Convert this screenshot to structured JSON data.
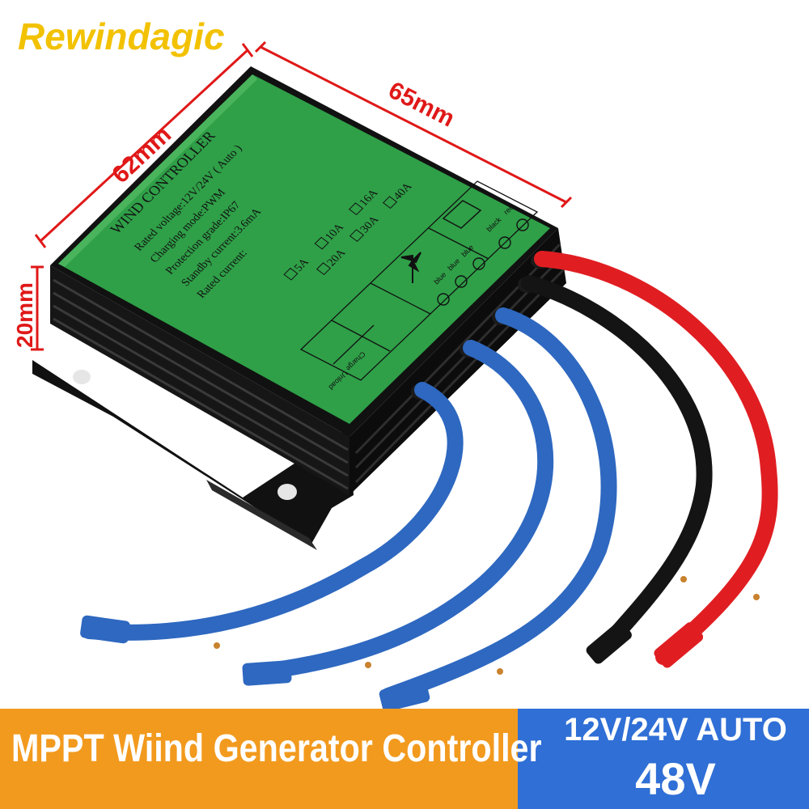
{
  "brand": "Rewindagic",
  "dimensions": {
    "width": "65mm",
    "depth": "62mm",
    "height": "20mm"
  },
  "label": {
    "title": "WIND CONTROLLER",
    "lines": [
      "Rated voltage:12V/24V ( Auto )",
      "Charging mode:PWM",
      "Protection grade:IP67",
      "Standby current:3.6mA",
      "Rated current:",
      "5A",
      "10A",
      "16A",
      "20A",
      "30A",
      "40A"
    ],
    "wire_labels": [
      "blue",
      "blue",
      "blue",
      "black",
      "red"
    ],
    "status": [
      "Charge",
      "Unload"
    ]
  },
  "banner": {
    "title": "MPPT Wiind Generator Controller",
    "voltage_auto": "12V/24V AUTO",
    "voltage_high": "48V"
  },
  "colors": {
    "brand": "#f2c200",
    "label_green": "#2fa048",
    "banner_orange": "#f29a1e",
    "banner_blue": "#2f6fd6",
    "dimension_red": "#e01818"
  }
}
